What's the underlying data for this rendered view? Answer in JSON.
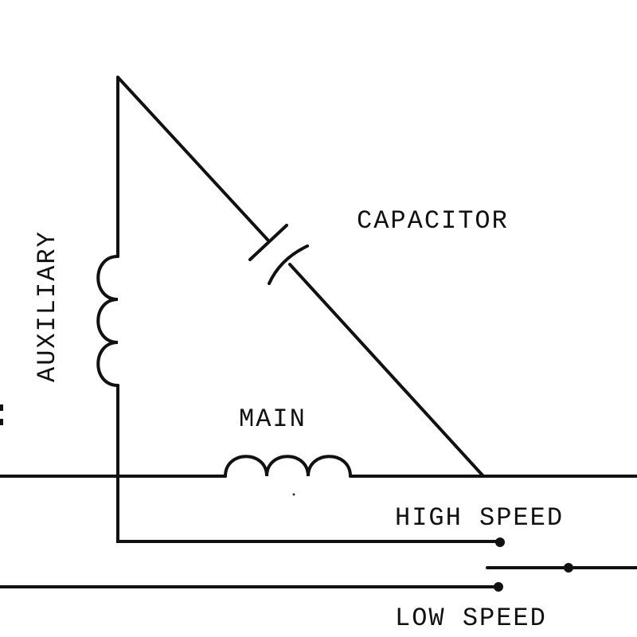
{
  "labels": {
    "capacitor": "CAPACITOR",
    "auxiliary": "AUXILIARY",
    "main": "MAIN",
    "high_speed": "HIGH SPEED",
    "low_speed": "LOW SPEED"
  },
  "colors": {
    "ink": "#111111",
    "background": "#ffffff"
  }
}
